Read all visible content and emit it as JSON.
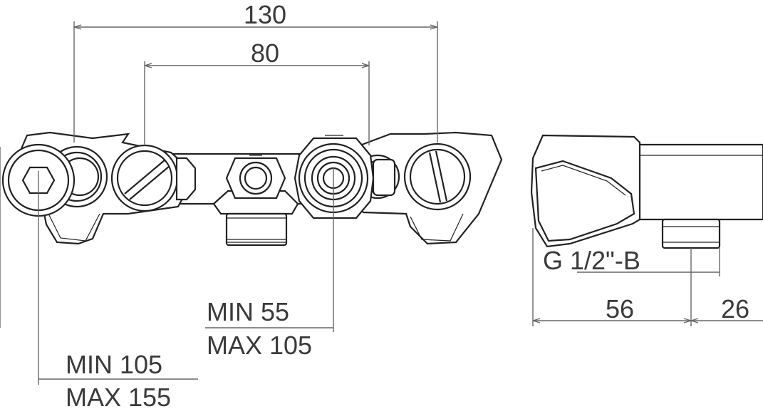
{
  "dimensions": {
    "overall_width": "130",
    "inner_width": "80",
    "eccentric_min_short": "MIN 55",
    "eccentric_max_short": "MAX 105",
    "eccentric_min_long": "MIN 105",
    "eccentric_max_long": "MAX 155",
    "thread": "G 1/2\"-B",
    "depth_body": "56",
    "depth_outlet": "26"
  }
}
